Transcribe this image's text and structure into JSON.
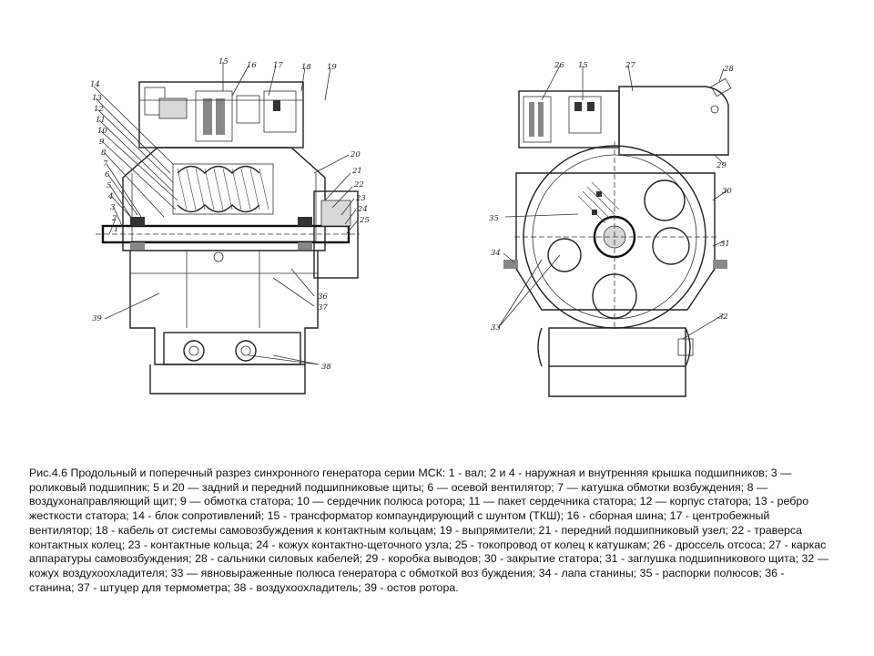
{
  "figure": {
    "caption": "Рис.4.6 Продольный и поперечный разрез синхронного генератора серии МСК: 1 - вал; 2 и 4 - наружная и внутренняя крышка подшипников; 3 — роликовый подшипник; 5 и 20 — задний и передний подшипниковые щиты; 6 — осевой вентилятор; 7 — катушка обмотки возбуждения; 8 — воздухонаправляющий щит; 9 — обмотка статора; 10 — сердечник полюса ротора; 11 — пакет сердечника статора; 12 — корпус статора; 13 - ребро жесткости статора; 14 - блок сопротивлений; 15 - трансформатор компаундирующий с шунтом (ТКШ); 16 - сборная шина;  17 - центробежный вентилятор; 18 - кабель от системы самовозбуждения к контактным кольцам; 19 - выпрямители; 21 - передний подшипниковый узел; 22 - траверса контактных колец; 23 - контактные кольца; 24 - кожух контактно-щеточного узла; 25 - токопровод от колец к катушкам; 26 - дроссель отсоса; 27 - каркас аппаратуры самовозбуждения; 28 - сальники силовых кабелей; 29 - коробка выводов;  30 - закрытие статора; 31 - заглушка подшипникового щита; 32 — кожух воздухоохладителя; 33 — явновыраженные полюса генератора с обмоткой воз буждения; 34 - лапа станины; 35 - распорки полюсов; 36 - станина; 37 - штуцер для термометра; 38 - воздухоохладитель;       39 - остов ротора."
  },
  "callouts_left": [
    "15",
    "16",
    "17",
    "18",
    "19",
    "14",
    "13",
    "12",
    "11",
    "10",
    "9",
    "8",
    "7",
    "6",
    "5",
    "4",
    "3",
    "2",
    "1",
    "20",
    "21",
    "22",
    "23",
    "24",
    "25",
    "36",
    "37",
    "38",
    "39"
  ],
  "callouts_right": [
    "26",
    "15",
    "27",
    "28",
    "29",
    "30",
    "35",
    "34",
    "31",
    "33",
    "32"
  ]
}
